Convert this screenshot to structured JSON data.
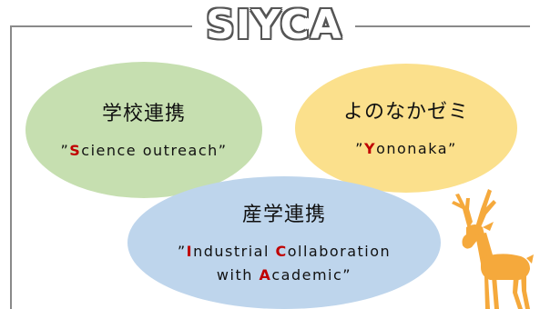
{
  "logo": {
    "text": "SIYCA"
  },
  "school": {
    "title": "学校連携",
    "open_quote": "”",
    "initial": "S",
    "rest": "cience outreach",
    "close_quote": "”"
  },
  "yononaka": {
    "title": "よのなかゼミ",
    "open_quote": "”",
    "initial": "Y",
    "rest": "ononaka",
    "close_quote": "”"
  },
  "industry": {
    "title": "産学連携",
    "open_quote": "”",
    "initial1": "I",
    "part1": "ndustrial ",
    "initial2": "C",
    "part2": "ollaboration",
    "part3": "with ",
    "initial3": "A",
    "part4": "cademic",
    "close_quote": "”"
  },
  "colors": {
    "green_bubble": "#c6dfb0",
    "yellow_bubble": "#fbe08c",
    "blue_bubble": "#bed5ec",
    "accent_red": "#c00000",
    "deer_orange": "#f5a93c",
    "frame_gray": "#8a8a8a"
  },
  "icons": {
    "deer": "deer-icon"
  }
}
